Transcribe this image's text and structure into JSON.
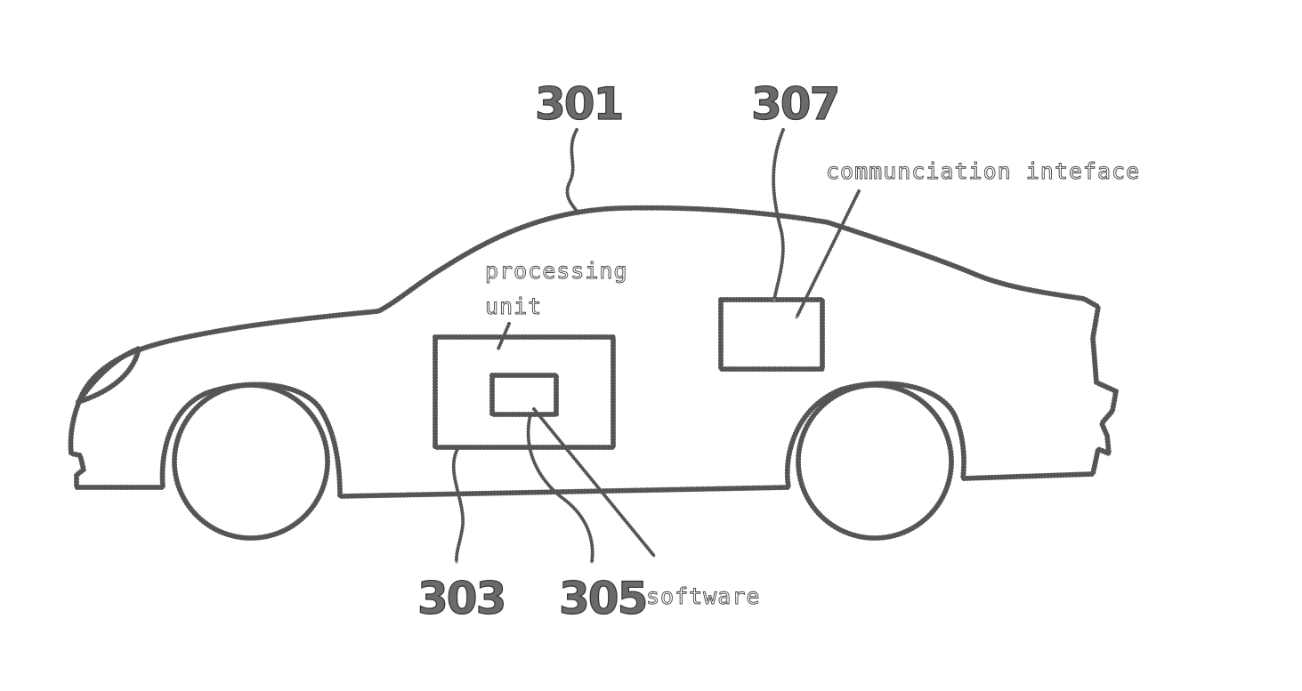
{
  "reference_numerals": {
    "car": "301",
    "processing_unit": "303",
    "software": "305",
    "communication_interface": "307"
  },
  "labels": {
    "communication_interface": "communciation inteface",
    "processing_unit_line1": "processing",
    "processing_unit_line2": "unit",
    "software": "software"
  },
  "colors": {
    "stroke": "#555555",
    "background": "#ffffff"
  }
}
